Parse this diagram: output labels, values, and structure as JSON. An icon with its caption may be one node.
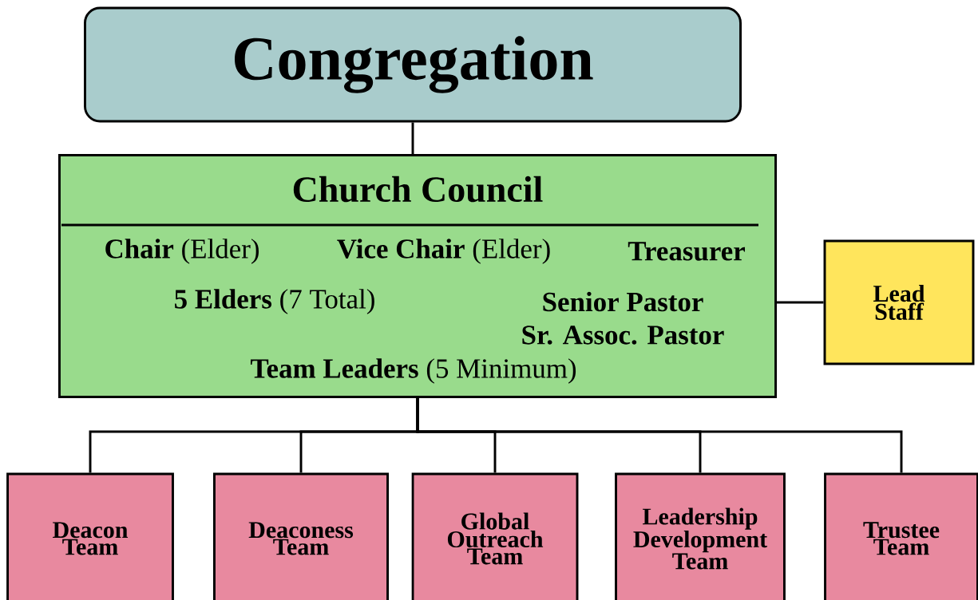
{
  "diagram": {
    "nodes": [
      {
        "text": [
          "Congregation"
        ]
      },
      {
        "text": [
          "Church Council",
          "**Chair** (Elder)",
          "**Vice Chair** (Elder)",
          "Treasurer",
          "**5 Elders** (7 Total)",
          "Senior Pastor",
          "Sr. Assoc. Pastor",
          "**Team Leaders** (5 Minimum)"
        ]
      },
      {
        "text": [
          "Lead Staff"
        ]
      },
      {
        "text": [
          "Deacon Team"
        ]
      },
      {
        "text": [
          "Deaconess Team"
        ]
      },
      {
        "text": [
          "Global Outreach Team"
        ]
      },
      {
        "text": [
          "Leadership Development Team"
        ]
      },
      {
        "text": [
          "Trustee Team"
        ]
      }
    ],
    "edges": [
      {
        "from": 0,
        "to": 1,
        "arrow": "none"
      },
      {
        "from": 1,
        "to": 2,
        "arrow": "none"
      },
      {
        "from": 1,
        "to": 3,
        "arrow": "none"
      },
      {
        "from": 1,
        "to": 4,
        "arrow": "none"
      },
      {
        "from": 1,
        "to": 5,
        "arrow": "none"
      },
      {
        "from": 1,
        "to": 6,
        "arrow": "none"
      },
      {
        "from": 1,
        "to": 7,
        "arrow": "none"
      }
    ]
  }
}
